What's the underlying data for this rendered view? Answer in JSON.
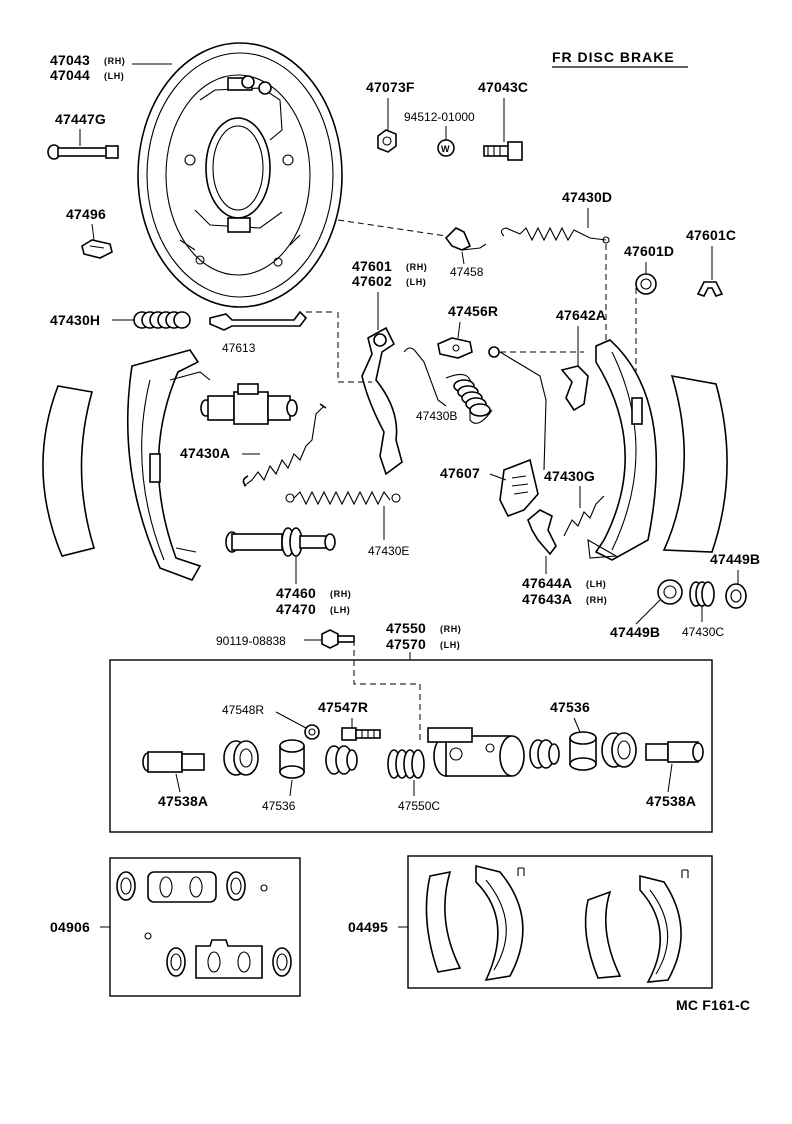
{
  "title": "FR DISC BRAKE",
  "figure_code": "MC F161-C",
  "labels": {
    "p47043": "47043",
    "p47044": "47044",
    "rh": "(RH)",
    "lh": "(LH)",
    "p47447G": "47447G",
    "p47496": "47496",
    "p47430H": "47430H",
    "p47613": "47613",
    "p47430A": "47430A",
    "p47460": "47460",
    "p47470": "47470",
    "p47430E": "47430E",
    "p47073F": "47073F",
    "p94512": "94512-01000",
    "p47043C": "47043C",
    "p47430D": "47430D",
    "p47458": "47458",
    "p47601D": "47601D",
    "p47601C": "47601C",
    "p47601": "47601",
    "p47602": "47602",
    "p47456R": "47456R",
    "p47642A": "47642A",
    "p47430B": "47430B",
    "p47607": "47607",
    "p47430G": "47430G",
    "p47644A": "47644A",
    "p47643A": "47643A",
    "p47449B_a": "47449B",
    "p47449B_b": "47449B",
    "p47430C": "47430C",
    "p90119": "90119-08838",
    "p47550": "47550",
    "p47570": "47570",
    "p47548R": "47548R",
    "p47547R": "47547R",
    "p47536_a": "47536",
    "p47536_b": "47536",
    "p47538A_a": "47538A",
    "p47538A_b": "47538A",
    "p47550C": "47550C",
    "p04906": "04906",
    "p04495": "04495"
  }
}
